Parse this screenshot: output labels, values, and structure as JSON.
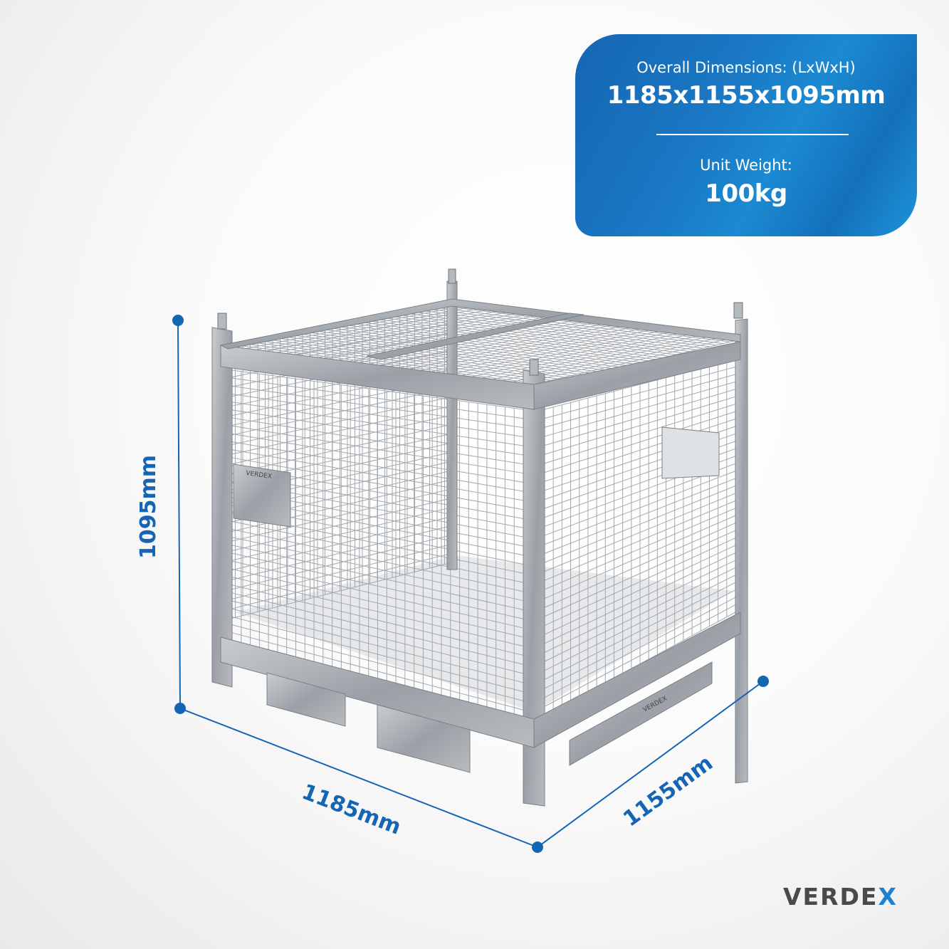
{
  "info_box": {
    "dimensions_label": "Overall Dimensions: (LxWxH)",
    "dimensions_value": "1185x1155x1095mm",
    "weight_label": "Unit Weight:",
    "weight_value": "100kg",
    "background_color": "#1a78c4"
  },
  "dimensions": {
    "height": "1095mm",
    "length": "1185mm",
    "width": "1155mm",
    "line_color": "#1565b5"
  },
  "product": {
    "plate_brand": "VERDEX"
  },
  "logo": {
    "text_main": "VERDE",
    "text_accent": "X",
    "accent_color": "#1f7fd0"
  }
}
